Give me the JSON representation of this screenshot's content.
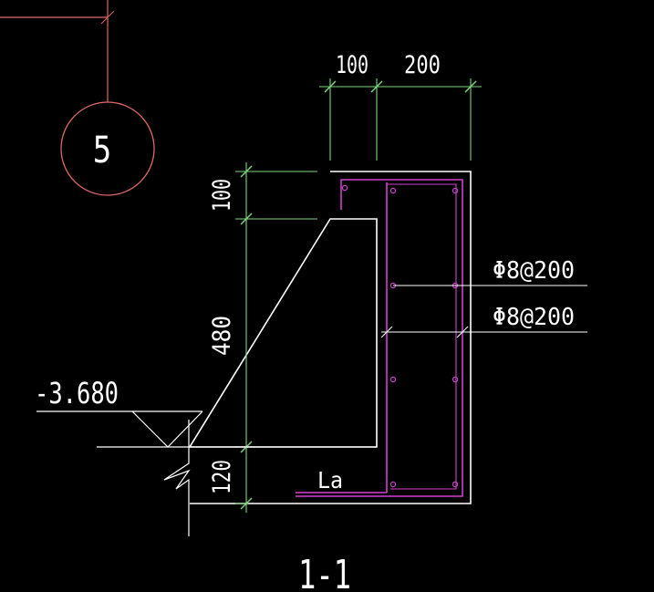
{
  "drawing": {
    "colors": {
      "background": "#000000",
      "outline": "#ffffff",
      "dimension": "#7cd87c",
      "rebar": "#d040d0",
      "bubble": "#e06868"
    },
    "grid_bubble": {
      "label": "5"
    },
    "dimensions": {
      "top_left": "100",
      "top_right": "200",
      "left_top": "100",
      "left_middle": "480",
      "left_bottom": "120"
    },
    "rebar_labels": {
      "upper": "Φ8@200",
      "lower": "Φ8@200"
    },
    "elevation": "-3.680",
    "anchorage_label": "La",
    "section_title": "1-1"
  }
}
